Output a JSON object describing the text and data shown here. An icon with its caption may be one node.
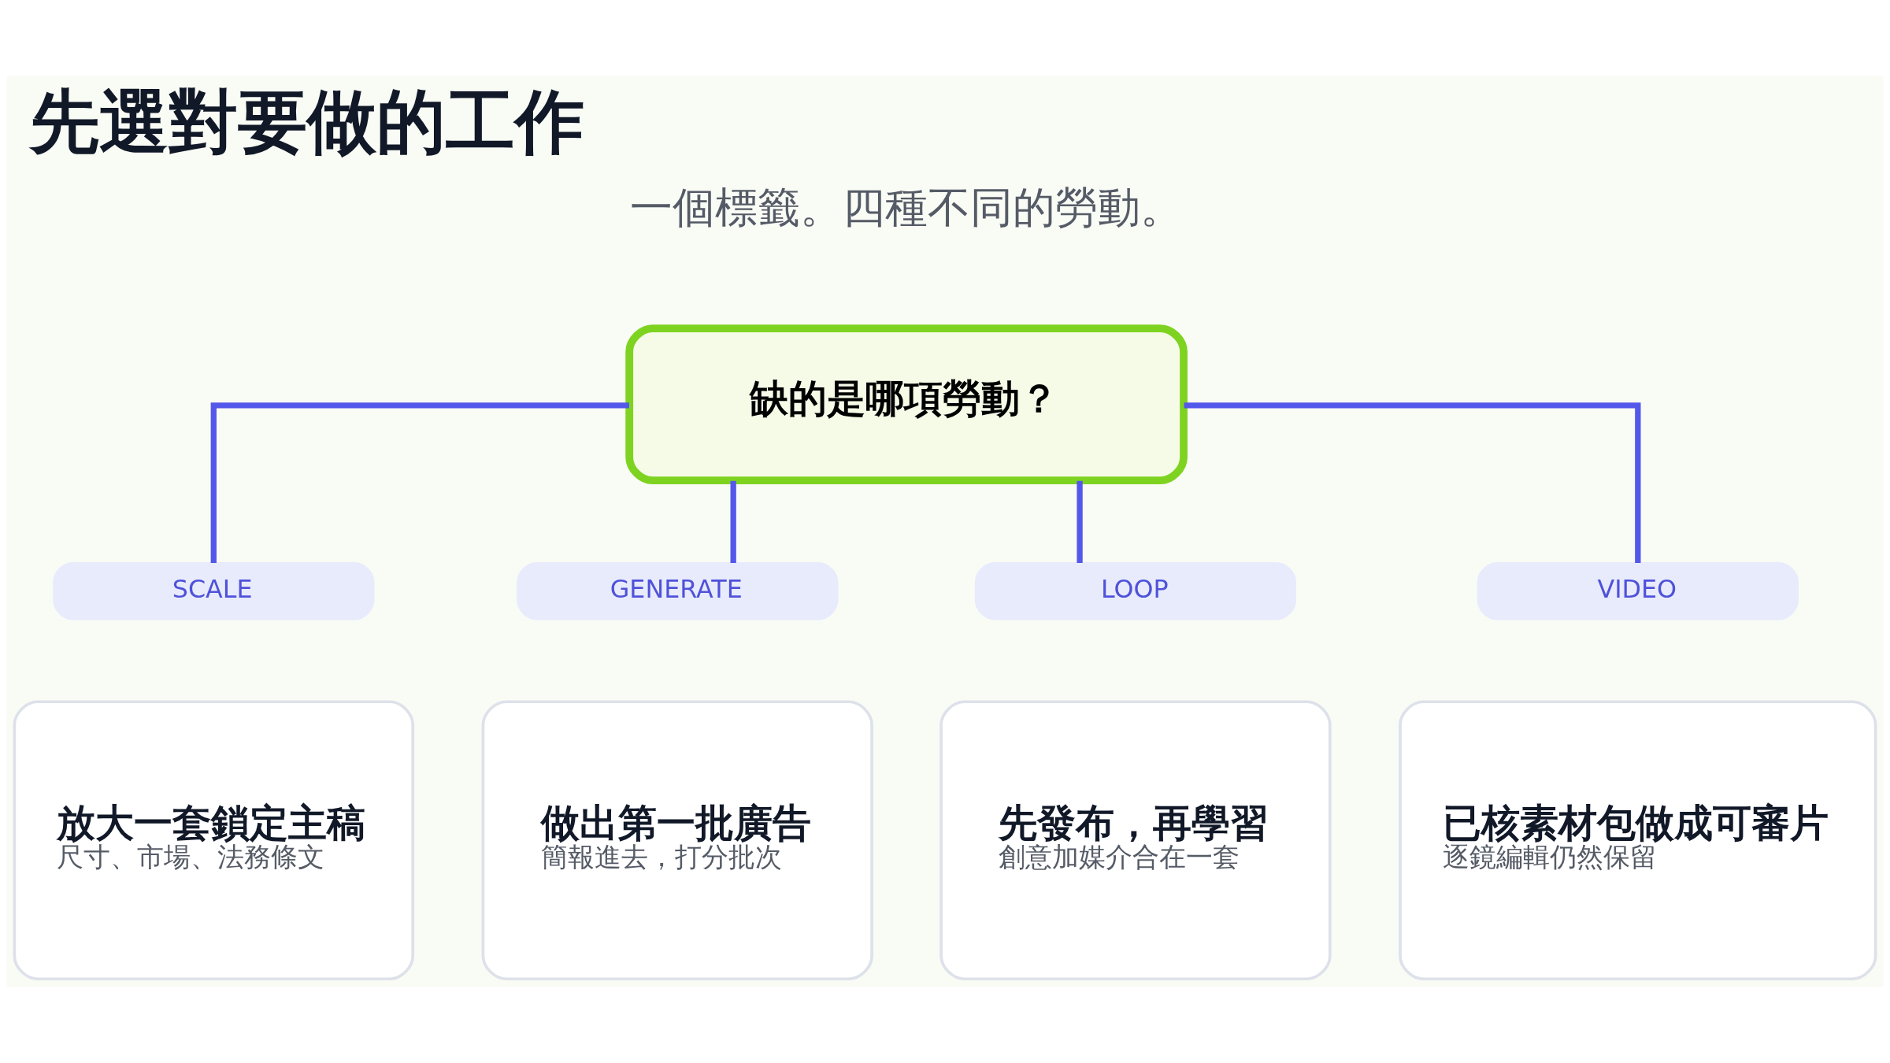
{
  "diagram": {
    "title": "先選對要做的工作",
    "nodes": [
      {
        "text": [
          "缺的是哪項勞動？"
        ]
      },
      {
        "text": [
          "SCALE"
        ]
      },
      {
        "text": [
          "GENERATE"
        ]
      },
      {
        "text": [
          "LOOP"
        ]
      },
      {
        "text": [
          "VIDEO"
        ]
      },
      {
        "text": [
          "放大一套鎖定主稿",
          "尺寸、市場、法務條文"
        ]
      },
      {
        "text": [
          "做出第一批廣告",
          "簡報進去，打分批次"
        ]
      },
      {
        "text": [
          "先發布，再學習",
          "創意加媒介合在一套"
        ]
      },
      {
        "text": [
          "已核素材包做成可審片",
          "逐鏡編輯仍然保留"
        ]
      }
    ],
    "edges": [
      {
        "from": 0,
        "to": 1,
        "arrow": "none"
      },
      {
        "from": 0,
        "to": 2,
        "arrow": "none"
      },
      {
        "from": 0,
        "to": 3,
        "arrow": "none"
      },
      {
        "from": 0,
        "to": 4,
        "arrow": "none"
      }
    ],
    "labels": [
      "一個標籤。四種不同的勞動。"
    ]
  }
}
